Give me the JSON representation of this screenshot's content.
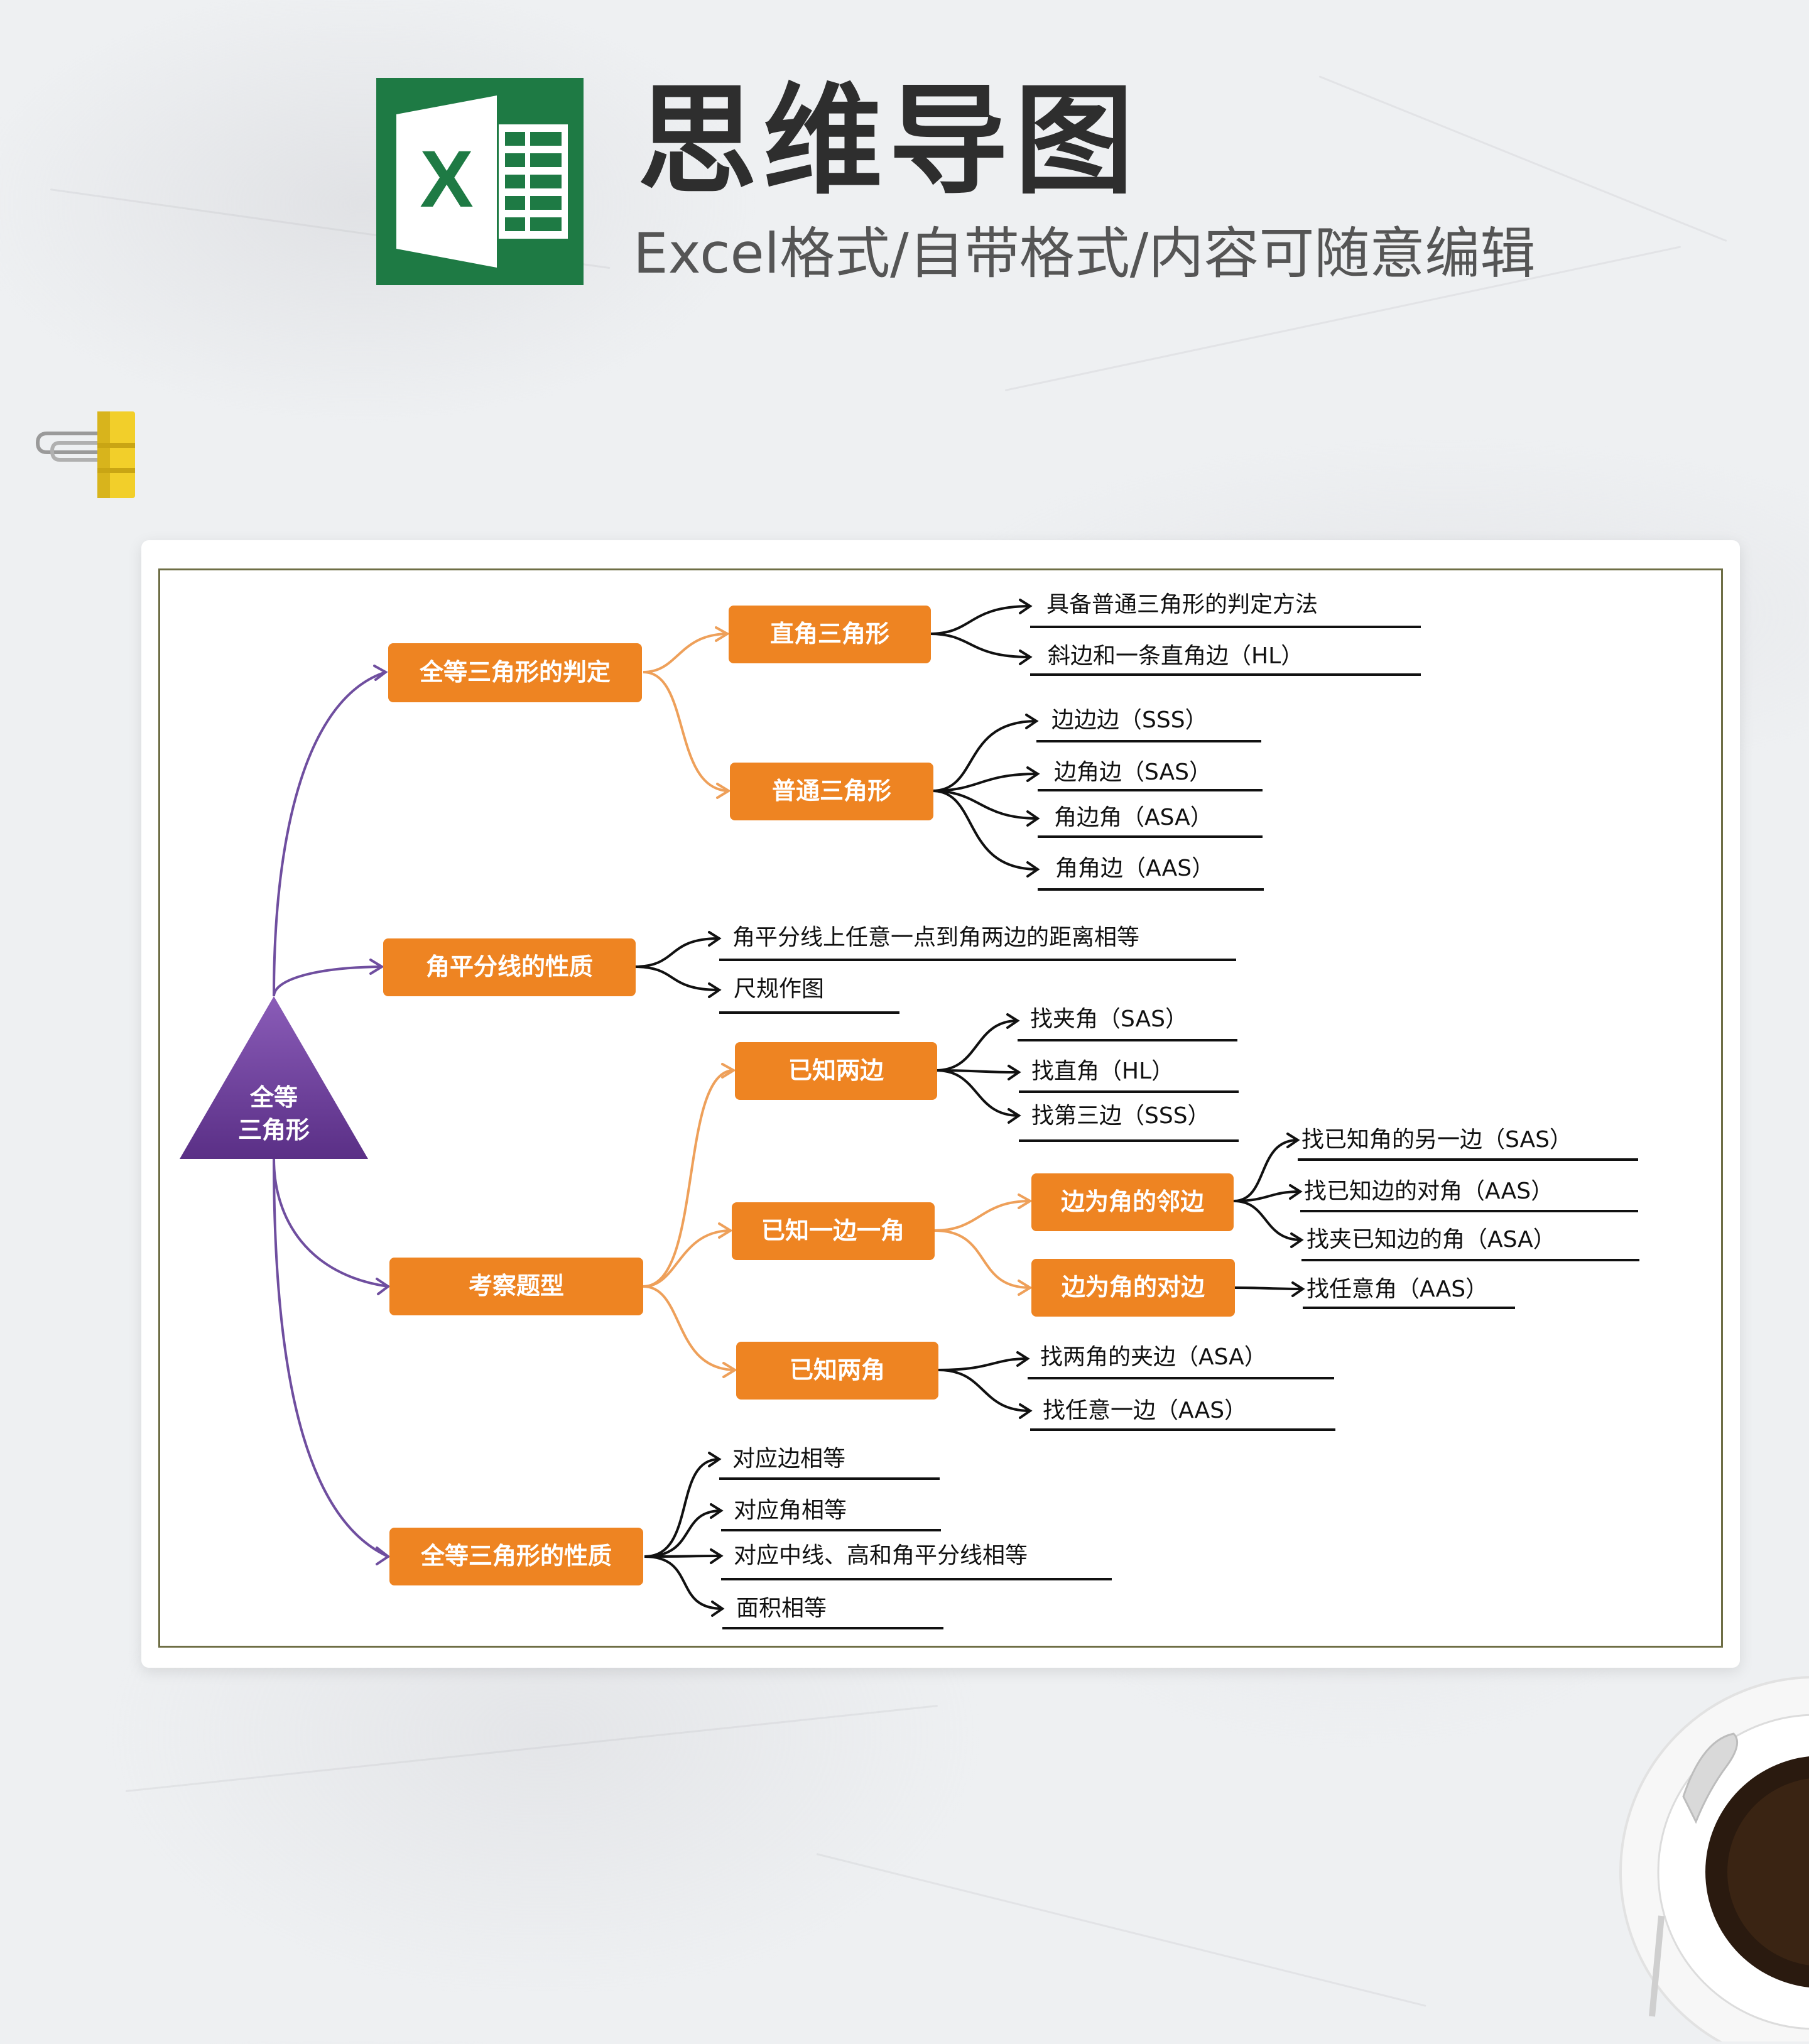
{
  "header": {
    "title": "思维导图",
    "subtitle": "Excel格式/自带格式/内容可随意编辑",
    "logo_letter": "X",
    "logo_color": "#1e7a44"
  },
  "colors": {
    "branch_node": "#ee8422",
    "root_node": "#6a3e96",
    "root_link": "#6f4e9f",
    "branch_link": "#eea05a",
    "leaf_link": "#111111"
  },
  "mindmap": {
    "root": {
      "line1": "全等",
      "line2": "三角形"
    },
    "branches": [
      {
        "label": "全等三角形的判定",
        "children": [
          {
            "label": "直角三角形",
            "leaves": [
              "具备普通三角形的判定方法",
              "斜边和一条直角边（HL）"
            ]
          },
          {
            "label": "普通三角形",
            "leaves": [
              "边边边（SSS）",
              "边角边（SAS）",
              "角边角（ASA）",
              "角角边（AAS）"
            ]
          }
        ]
      },
      {
        "label": "角平分线的性质",
        "leaves": [
          "角平分线上任意一点到角两边的距离相等",
          "尺规作图"
        ]
      },
      {
        "label": "考察题型",
        "children": [
          {
            "label": "已知两边",
            "leaves": [
              "找夹角（SAS）",
              "找直角（HL）",
              "找第三边（SSS）"
            ]
          },
          {
            "label": "已知一边一角",
            "children": [
              {
                "label": "边为角的邻边",
                "leaves": [
                  "找已知角的另一边（SAS）",
                  "找已知边的对角（AAS）",
                  "找夹已知边的角（ASA）"
                ]
              },
              {
                "label": "边为角的对边",
                "leaves": [
                  "找任意角（AAS）"
                ]
              }
            ]
          },
          {
            "label": "已知两角",
            "leaves": [
              "找两角的夹边（ASA）",
              "找任意一边（AAS）"
            ]
          }
        ]
      },
      {
        "label": "全等三角形的性质",
        "leaves": [
          "对应边相等",
          "对应角相等",
          "对应中线、高和角平分线相等",
          "面积相等"
        ]
      }
    ]
  }
}
